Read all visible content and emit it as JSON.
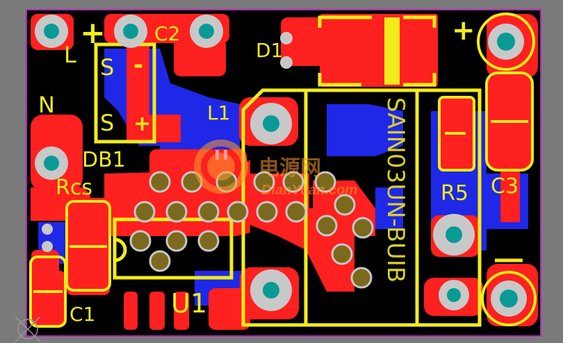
{
  "board": {
    "colors": {
      "background": "#7a7a7a",
      "board": "#000000",
      "top_copper": "#ff2020",
      "bottom_copper": "#1f28e6",
      "silkscreen": "#f2ec1b",
      "pad_ring": "#c8c8c8",
      "pad_hole": "#0a9a96",
      "via": "#7b6a1d",
      "outline": "#b02ab5"
    },
    "labels": {
      "input_L": "L",
      "input_N": "N",
      "cap2": "C2",
      "cap2_plus": "+",
      "diode1": "D1",
      "bridge_minus": "-",
      "bridge_plus": "+",
      "ac_left": "S",
      "ac_right": "S",
      "inductor": "L1",
      "bridge": "DB1",
      "sense_resistor": "Rcs",
      "resistor5": "R5",
      "cap3": "C3",
      "cap3_plus": "+",
      "cap3_minus": "-",
      "cap1": "C1",
      "ic": "U1",
      "vertical_part": "SAIN03UN-BUIB"
    },
    "watermark": {
      "chinese": "电源网",
      "latin": "DianYuan.com"
    }
  }
}
